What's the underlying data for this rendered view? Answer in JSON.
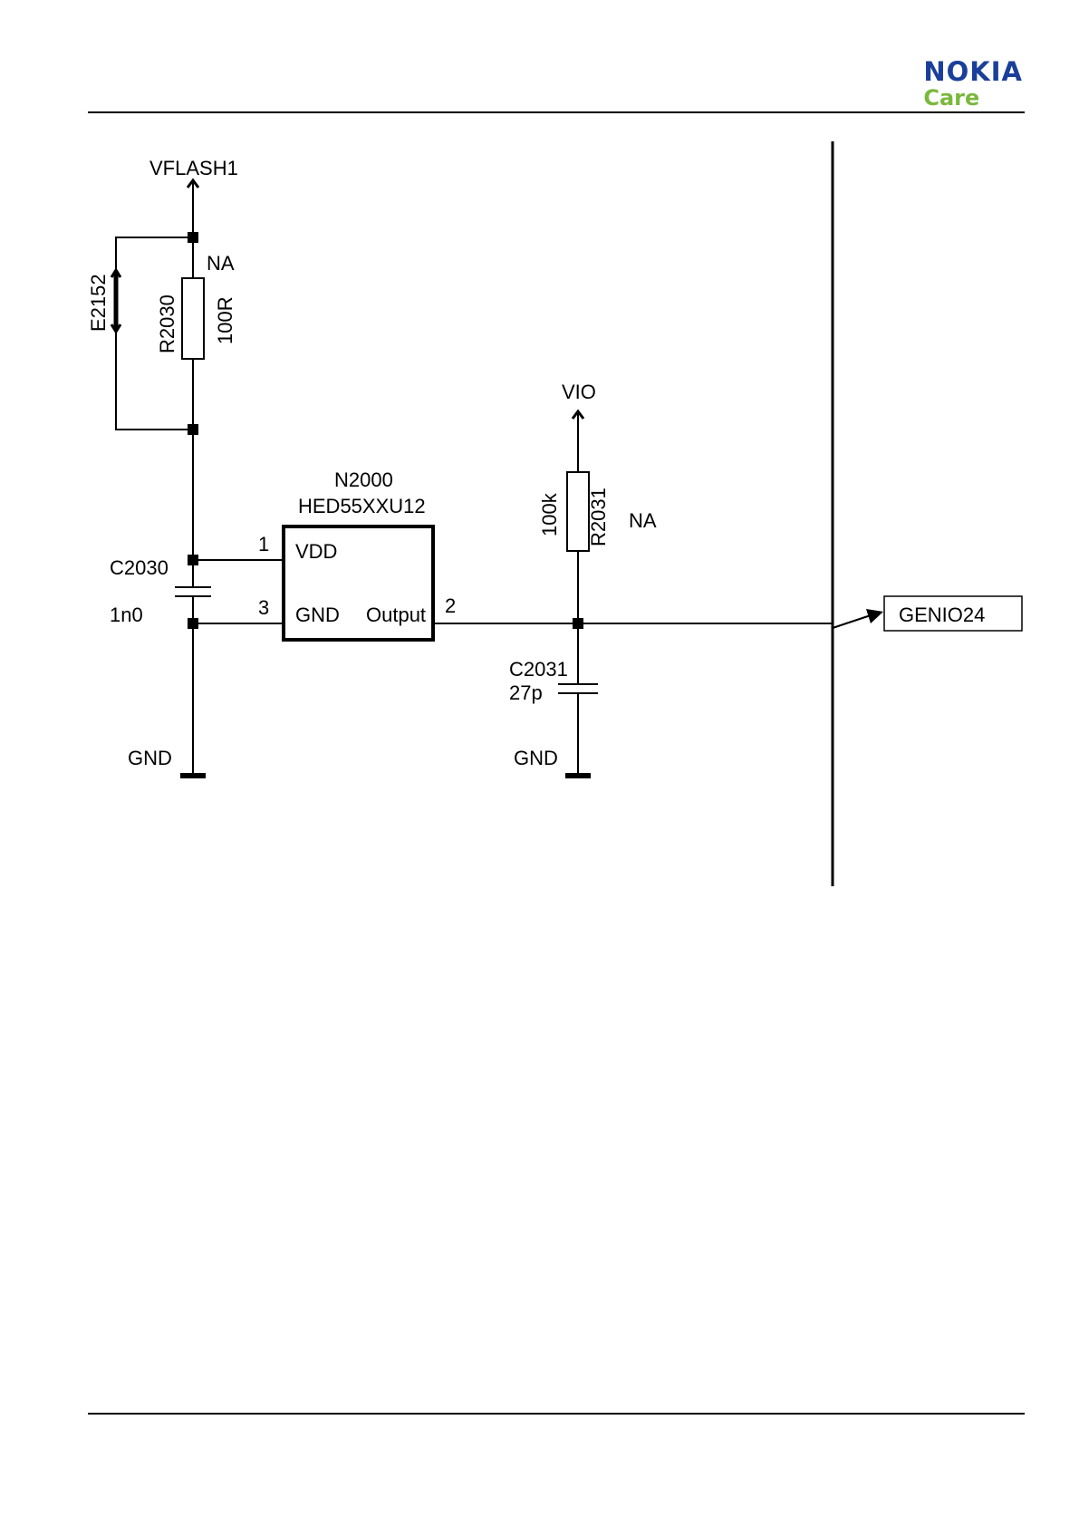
{
  "header": {
    "brand": "NOKIA",
    "sub_brand": "Care",
    "brand_color": "#1a3f9b",
    "sub_brand_color": "#7ab83c"
  },
  "schematic": {
    "nets": {
      "vflash": "VFLASH1",
      "vio": "VIO",
      "gnd_left": "GND",
      "gnd_right": "GND",
      "output": "GENIO24"
    },
    "jumper": {
      "ref": "E2152"
    },
    "r2030": {
      "ref": "R2030",
      "value": "100R",
      "note": "NA"
    },
    "c2030": {
      "ref": "C2030",
      "value": "1n0"
    },
    "ic": {
      "ref": "N2000",
      "part": "HED55XXU12",
      "pins": [
        {
          "number": "1",
          "name": "VDD"
        },
        {
          "number": "3",
          "name": "GND"
        },
        {
          "number": "2",
          "name": "Output"
        }
      ]
    },
    "r2031": {
      "ref": "R2031",
      "value": "100k",
      "note": "NA"
    },
    "c2031": {
      "ref": "C2031",
      "value": "27p"
    }
  }
}
